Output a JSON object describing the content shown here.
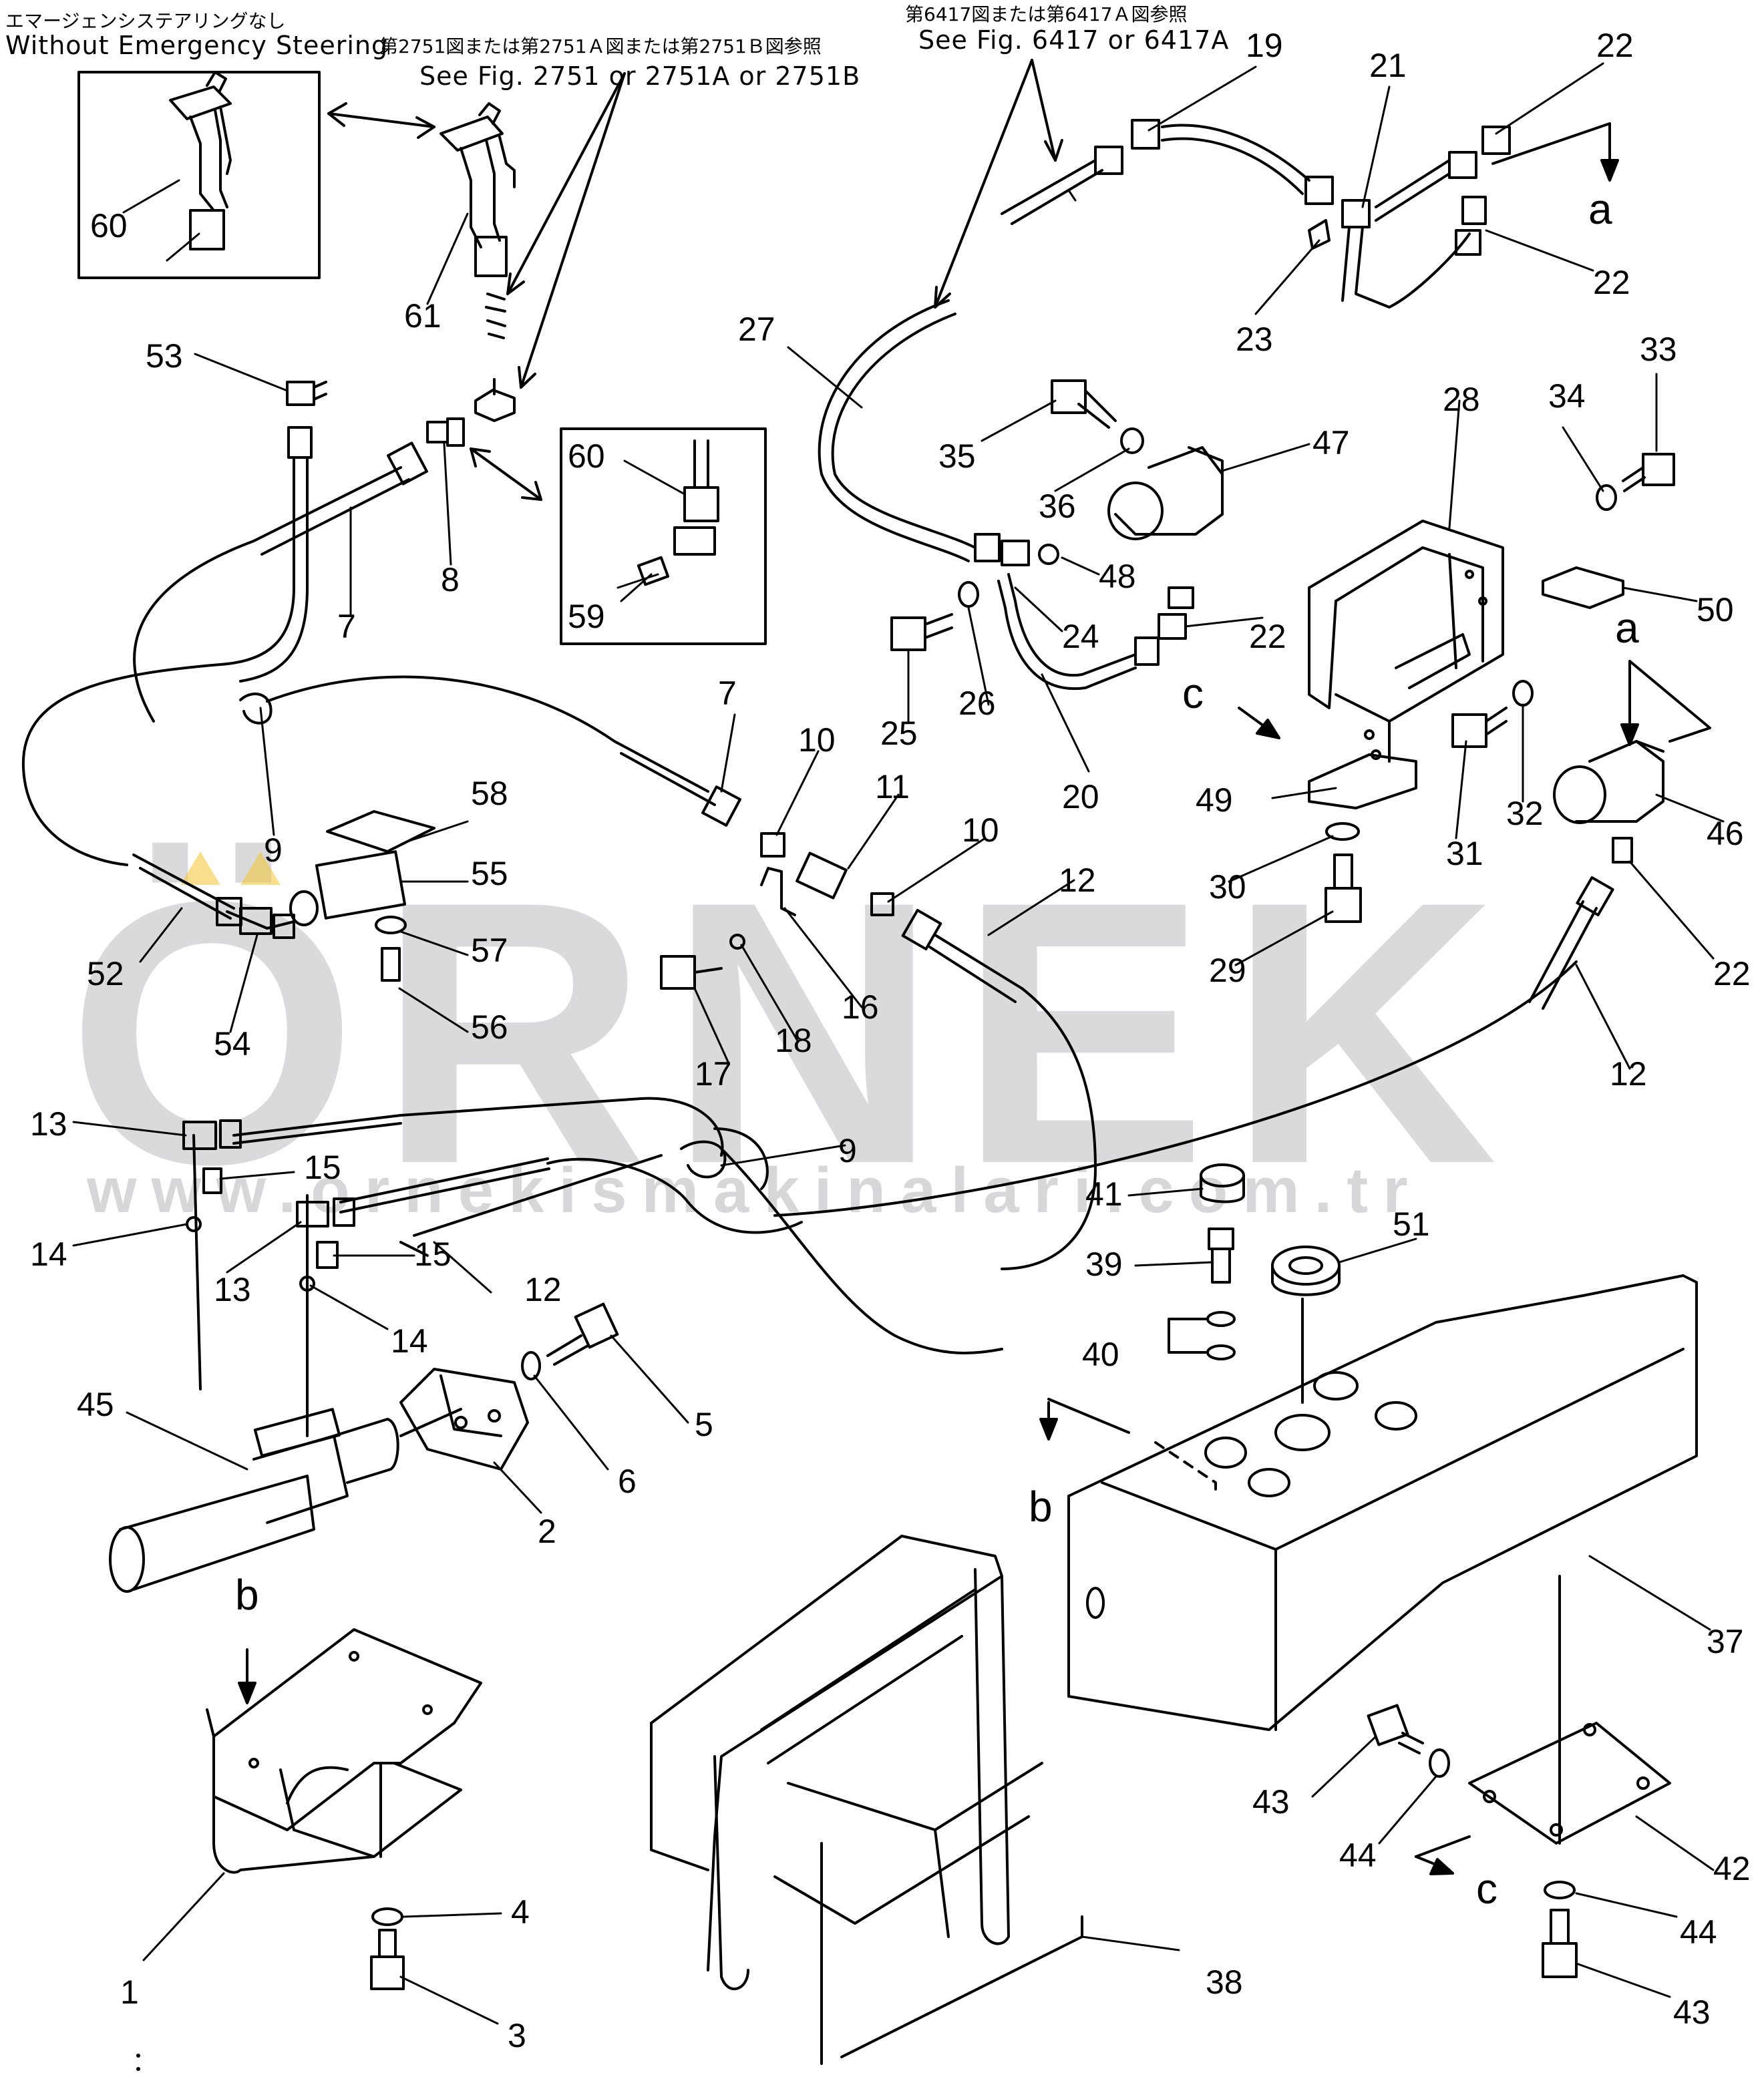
{
  "headers": {
    "emergency_jp": "エマージェンシステアリングなし",
    "emergency_en": "Without Emergency Steering",
    "fig2751_jp": "第2751図または第2751Ａ図または第2751Ｂ図参照",
    "fig2751_en": "See Fig. 2751 or 2751A or 2751B",
    "fig6417_jp": "第6417図または第6417Ａ図参照",
    "fig6417_en": "See Fig. 6417 or 6417A"
  },
  "watermark": {
    "brand": "ÖRNEK",
    "url": "www.ornekismakinalari.com.tr"
  },
  "view_letters": [
    "a",
    "a",
    "b",
    "b",
    "c",
    "c"
  ],
  "callouts": [
    "1",
    "2",
    "3",
    "4",
    "5",
    "6",
    "7",
    "7",
    "8",
    "9",
    "9",
    "10",
    "10",
    "11",
    "12",
    "12",
    "12",
    "13",
    "13",
    "14",
    "14",
    "15",
    "15",
    "16",
    "17",
    "18",
    "19",
    "20",
    "21",
    "22",
    "22",
    "22",
    "22",
    "23",
    "24",
    "25",
    "26",
    "27",
    "28",
    "29",
    "30",
    "31",
    "32",
    "33",
    "34",
    "35",
    "36",
    "37",
    "38",
    "39",
    "40",
    "41",
    "42",
    "43",
    "43",
    "44",
    "44",
    "45",
    "46",
    "47",
    "48",
    "49",
    "50",
    "51",
    "52",
    "53",
    "54",
    "55",
    "56",
    "57",
    "58",
    "59",
    "60",
    "60",
    "61"
  ],
  "colors": {
    "line": "#000000",
    "watermark": "#bdbdc3",
    "accent": "#f2c230"
  }
}
